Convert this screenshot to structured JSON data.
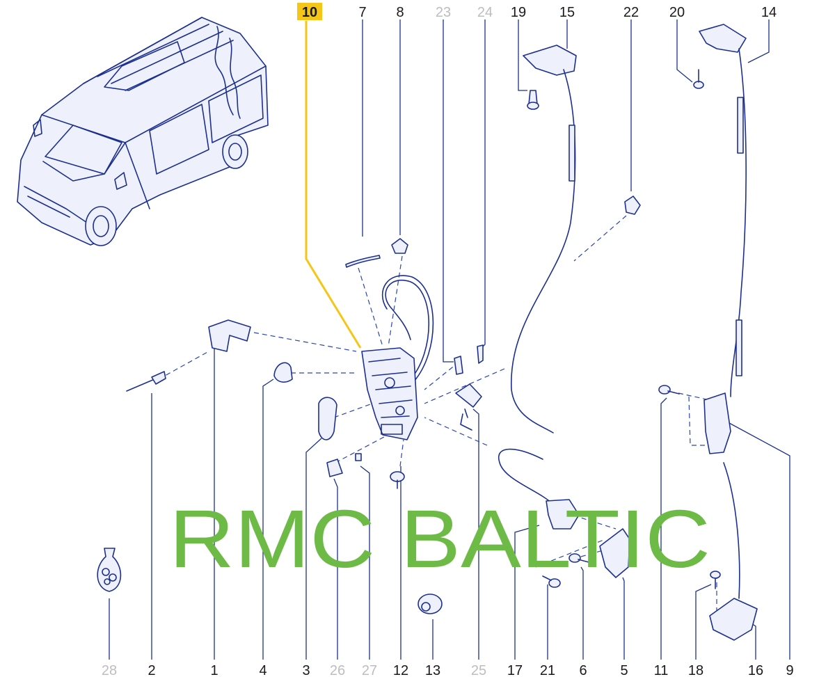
{
  "watermark": "RMC BALTIC",
  "highlight_color": "#f5c518",
  "line_color": "#1c2f8f",
  "watermark_color": "#6dbb46",
  "callouts": {
    "c10": "10",
    "c7": "7",
    "c8": "8",
    "c23": "23",
    "c24": "24",
    "c19": "19",
    "c15": "15",
    "c22": "22",
    "c20": "20",
    "c14": "14",
    "c28": "28",
    "c2": "2",
    "c1": "1",
    "c4": "4",
    "c3": "3",
    "c26": "26",
    "c27": "27",
    "c12": "12",
    "c13": "13",
    "c25": "25",
    "c17": "17",
    "c21": "21",
    "c6": "6",
    "c5": "5",
    "c11": "11",
    "c18": "18",
    "c16": "16",
    "c9": "9"
  }
}
